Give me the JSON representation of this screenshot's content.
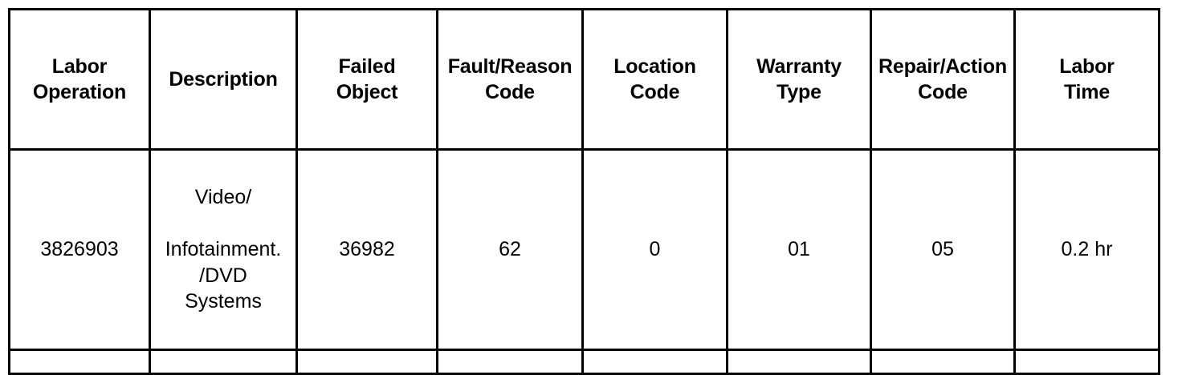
{
  "table": {
    "columns": [
      {
        "key": "labor_operation",
        "header": "Labor\nOperation"
      },
      {
        "key": "description",
        "header": "Description"
      },
      {
        "key": "failed_object",
        "header": "Failed\nObject"
      },
      {
        "key": "fault_reason",
        "header": "Fault/Reason\nCode"
      },
      {
        "key": "location_code",
        "header": "Location\nCode"
      },
      {
        "key": "warranty_type",
        "header": "Warranty\nType"
      },
      {
        "key": "repair_action",
        "header": "Repair/Action\nCode"
      },
      {
        "key": "labor_time",
        "header": "Labor\nTime"
      }
    ],
    "rows": [
      {
        "labor_operation": "3826903",
        "description": "Video/\n\nInfotainment.\n/DVD\nSystems",
        "failed_object": "36982",
        "fault_reason": "62",
        "location_code": "0",
        "warranty_type": "01",
        "repair_action": "05",
        "labor_time": "0.2 hr"
      }
    ],
    "partial_row": {
      "labor_operation": "",
      "description": "",
      "failed_object": "",
      "fault_reason": "",
      "location_code": "",
      "warranty_type": "",
      "repair_action": "",
      "labor_time": ""
    },
    "style": {
      "border_color": "#000000",
      "background": "#ffffff",
      "text_color": "#000000"
    }
  }
}
